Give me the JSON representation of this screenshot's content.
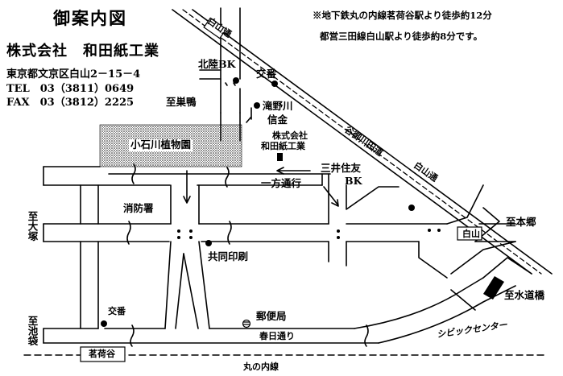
{
  "header": {
    "title": "御案内図",
    "company": "株式会社　和田紙工業",
    "address": "東京都文京区白山2－15－4",
    "tel": "TEL　03（3811）0649",
    "fax": "FAX　03（3812）2225"
  },
  "notes": {
    "line1": "※地下鉄丸の内線茗荷谷駅より徒歩約12分",
    "line2": "都営三田線白山駅より徒歩約8分です。"
  },
  "map": {
    "hakusan_dori_top": "白山通",
    "hakusan_dori_right": "白山通",
    "hakusan_dori_box": "白山",
    "kurokawa": "至巣鴨",
    "hokuriku_bk": "北陸BK",
    "police_top": "交番",
    "takinogawa_1": "滝野川",
    "takinogawa_2": "信金",
    "company_1": "株式会社",
    "company_2": "和田紙工業",
    "botanical_garden": "小石川植物園",
    "kyodo_dori": "谷御川田道",
    "mitsui_1": "三井住友",
    "mitsui_2": "BK",
    "one_way": "一方通行",
    "fire_station": "消防署",
    "to_otsuka": "至大塚",
    "kyodo_print": "共同印刷",
    "to_hongo": "至本郷",
    "to_suidobashi": "至水道橋",
    "police_bottom": "交番",
    "to_ikebukuro": "至池袋",
    "post_office": "郵便局",
    "kasuga_dori": "春日通り",
    "civic_center": "シビックセンター",
    "myogadani": "茗荷谷",
    "marunouchi_line": "丸の内線"
  }
}
